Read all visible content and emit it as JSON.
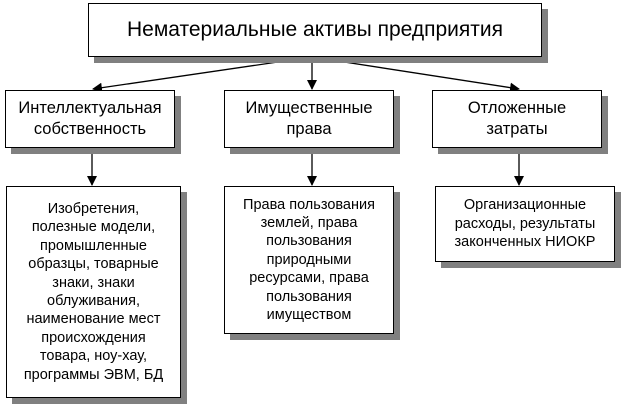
{
  "title": "Нематериальные активы предприятия",
  "categories": [
    {
      "label": "Интеллектуальная\nсобственность",
      "details": "Изобретения,\nполезные модели,\nпромышленные\nобразцы, товарные\nзнаки, знаки\nоблуживания,\nнаименование мест\nпроисхождения\nтовара, ноу-хау,\nпрограммы ЭВМ, БД"
    },
    {
      "label": "Имущественные\nправа",
      "details": "Права пользования\nземлей, права\nпользования\nприродными\nресурсами, права\nпользования\nимуществом"
    },
    {
      "label": "Отложенные\nзатраты",
      "details": "Организационные\nрасходы, результаты\nзаконченных НИОКР"
    }
  ],
  "colors": {
    "box_border": "#000000",
    "shadow": "#808080",
    "background": "#ffffff"
  }
}
